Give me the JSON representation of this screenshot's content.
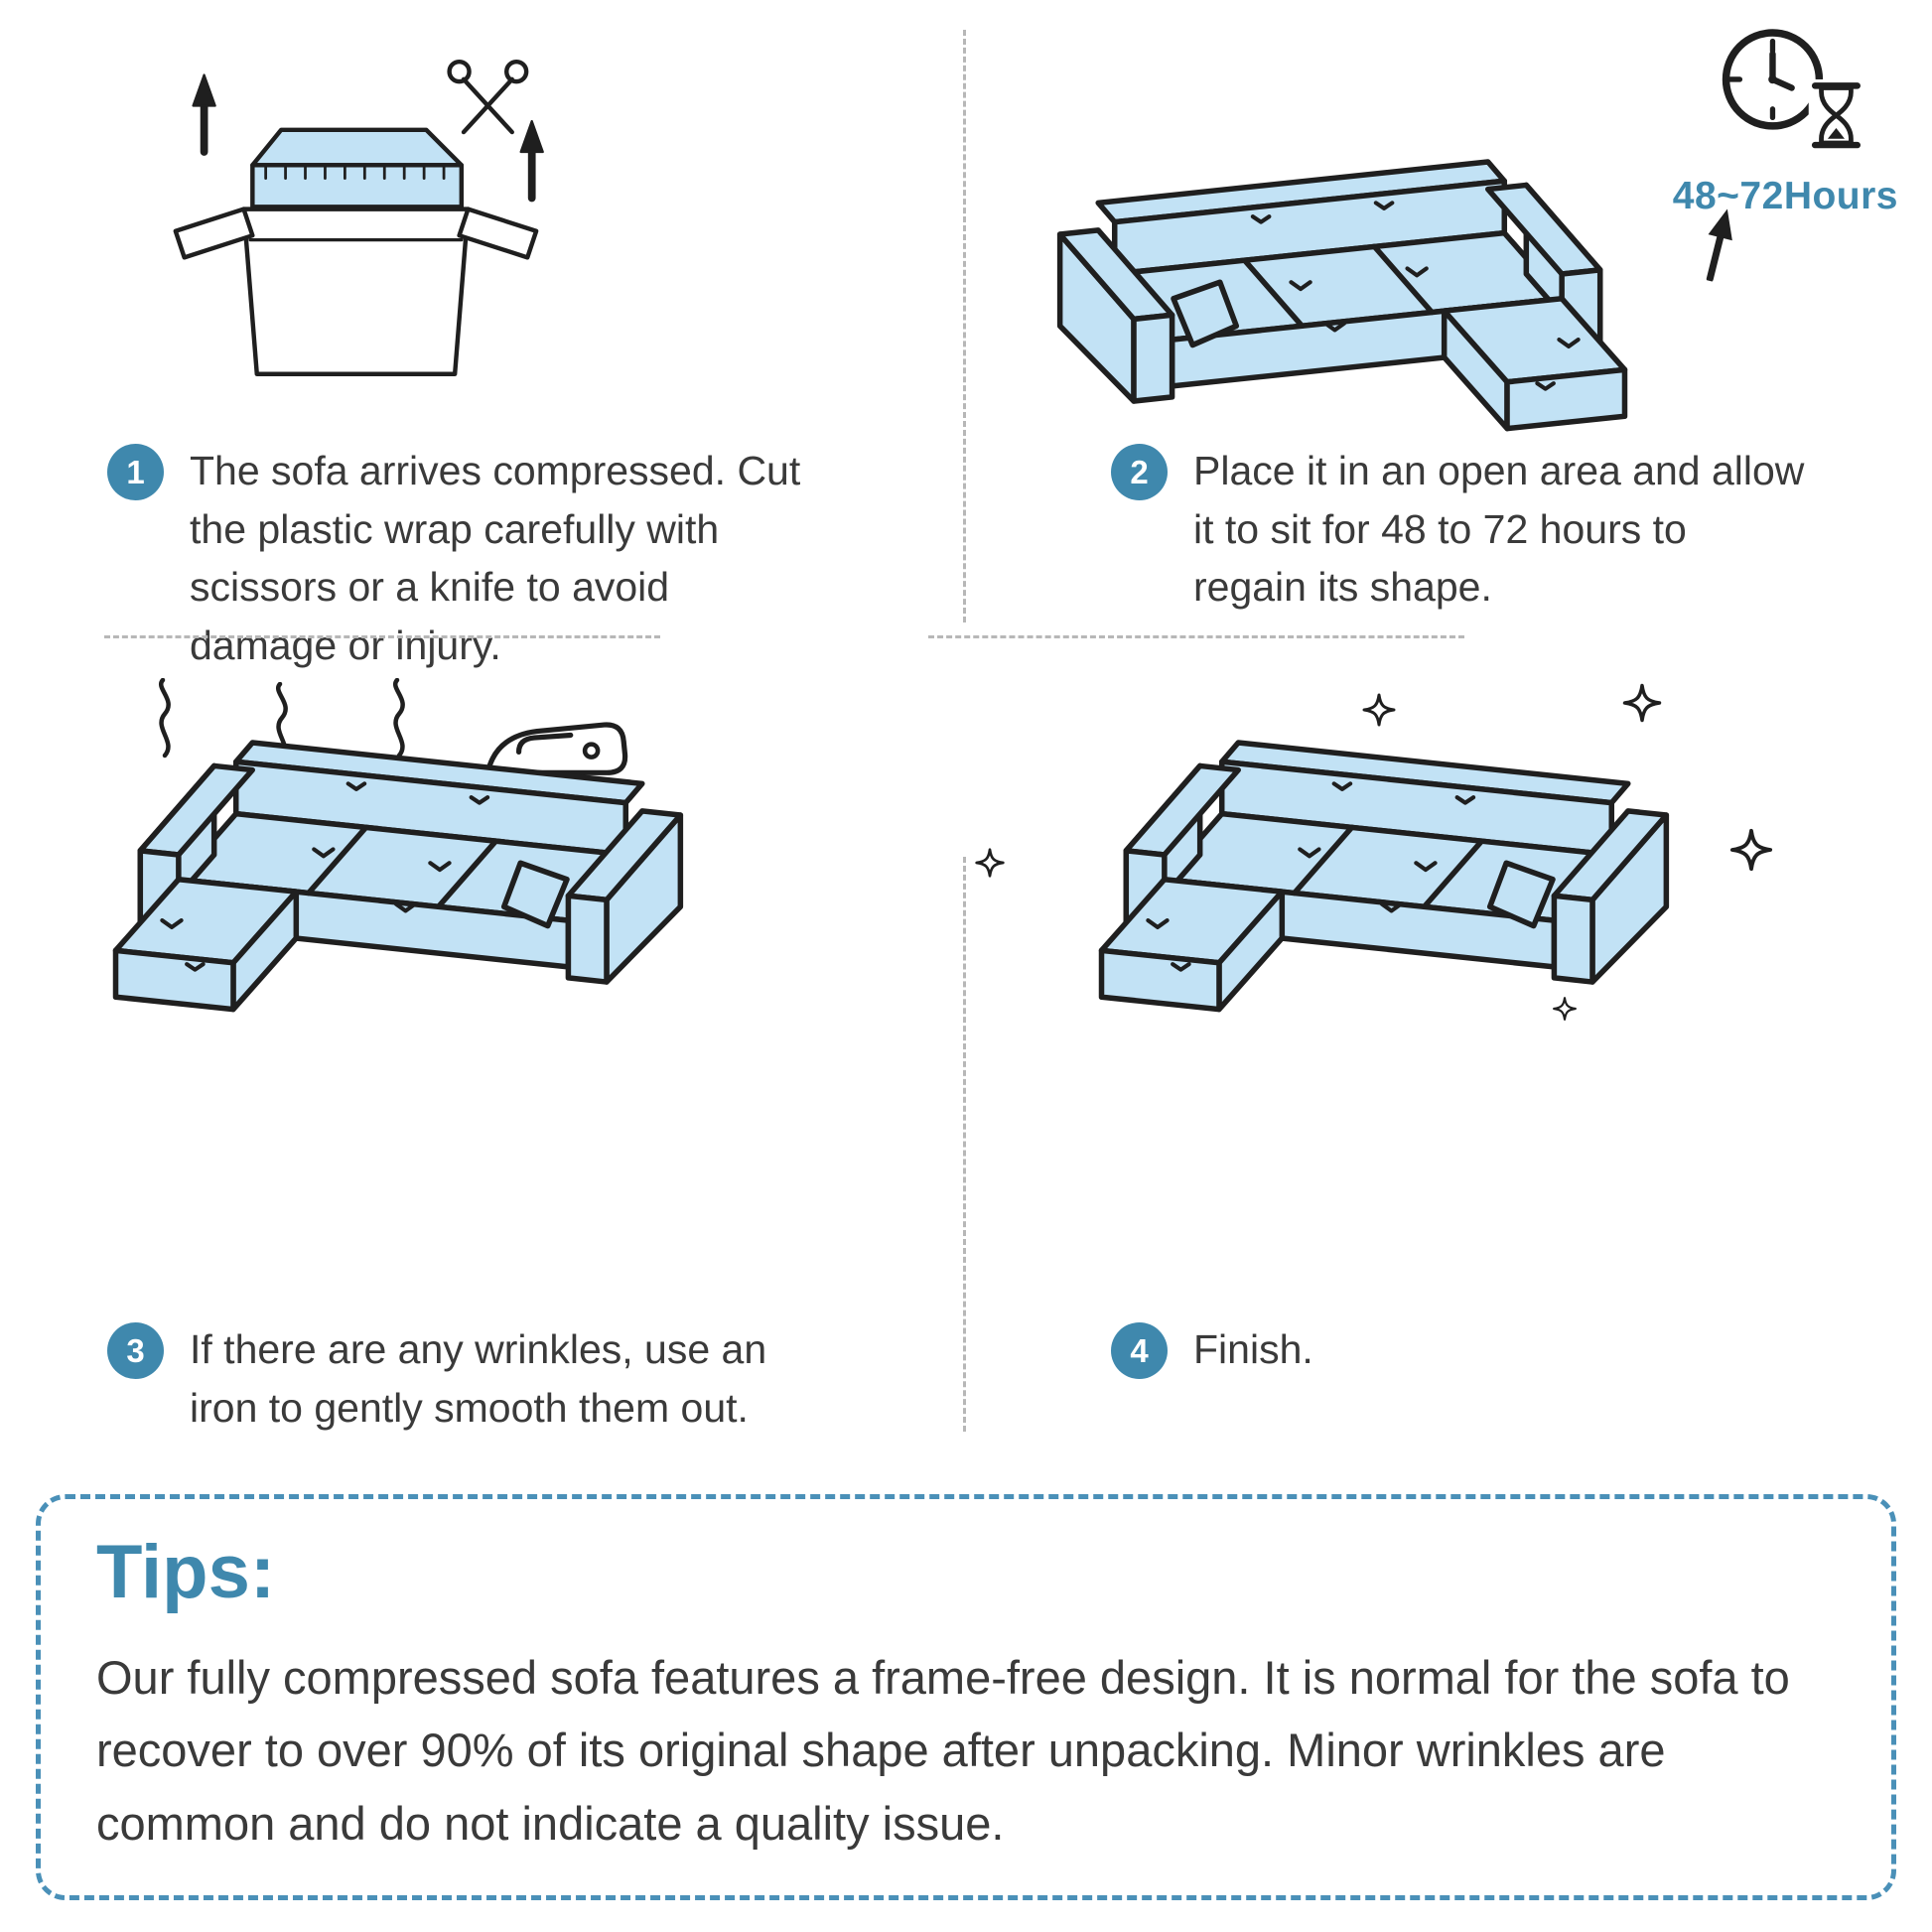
{
  "colors": {
    "accent": "#3f88ad",
    "tips_border": "#4a90b8",
    "sofa_fill": "#c2e2f5",
    "outline": "#1f1f1f",
    "body_text": "#3a3a3a",
    "divider": "#b7b7b7"
  },
  "steps": [
    {
      "num": "1",
      "text": "The sofa arrives compressed. Cut the plastic wrap carefully with scissors or a knife to avoid damage or injury."
    },
    {
      "num": "2",
      "text": "Place it in an open area and allow it to sit for 48 to 72 hours to regain its shape.",
      "duration_label": "48~72Hours"
    },
    {
      "num": "3",
      "text": "If there are any wrinkles, use an iron to gently smooth them out."
    },
    {
      "num": "4",
      "text": "Finish."
    }
  ],
  "tips": {
    "heading": "Tips:",
    "body": "Our fully compressed sofa features a frame-free design. It is normal for the sofa to recover to over 90% of its original shape after unpacking. Minor wrinkles are common and do not indicate a quality issue."
  },
  "icons": [
    "scissors-icon",
    "up-arrow-icon",
    "clock-hourglass-icon",
    "iron-icon",
    "steam-icon",
    "sparkle-icon"
  ]
}
